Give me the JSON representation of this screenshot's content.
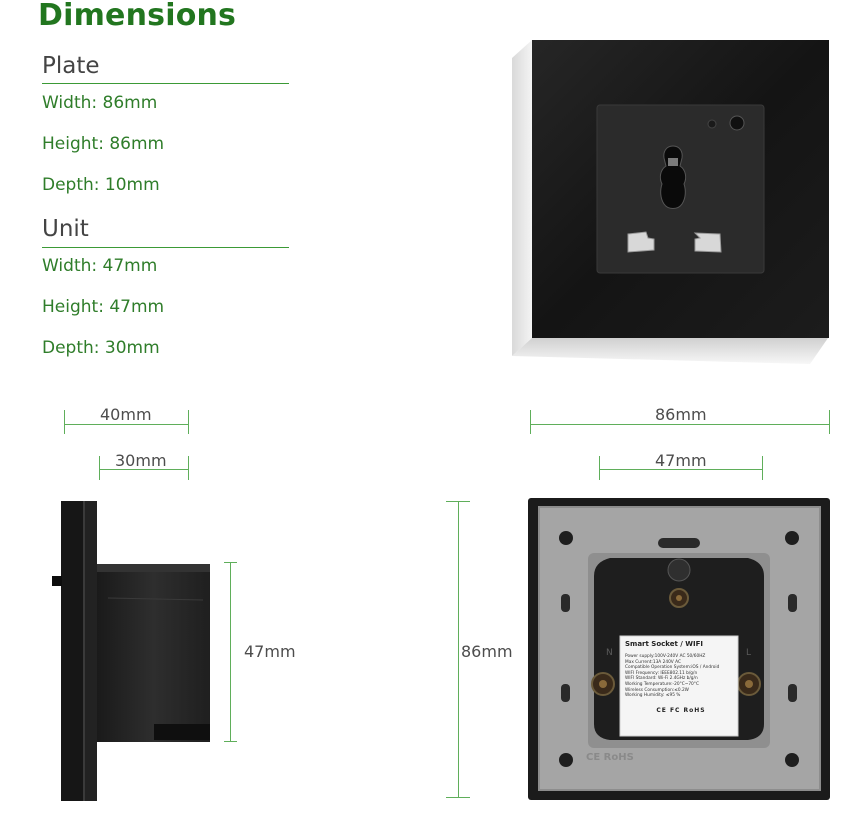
{
  "title": "Dimensions",
  "plate": {
    "heading": "Plate",
    "width": "Width: 86mm",
    "height": "Height: 86mm",
    "depth": "Depth: 10mm"
  },
  "unit": {
    "heading": "Unit",
    "width": "Width: 47mm",
    "height": "Height: 47mm",
    "depth": "Depth: 30mm"
  },
  "side_view": {
    "total_depth": "40mm",
    "unit_depth": "30mm",
    "unit_height": "47mm"
  },
  "back_view": {
    "plate_width": "86mm",
    "unit_width": "47mm",
    "plate_height": "86mm",
    "label": {
      "title": "Smart Socket / WIFI",
      "lines": [
        "Power supply:100V-240V AC  50/60HZ",
        "Max Current:13A  240V AC",
        "Compatible Operation System:iOS / Android",
        "WIFI Frequency: IEEE802.11 b/g/n",
        "WIFI Standard: Wi-Fi 2.4GHz b/g/n",
        "Working Temperature:-20°C~70°C",
        "Wireless Consumption:≤0.2W",
        "Working Humidity: ≤95 %"
      ],
      "marks": "CE FC RoHS"
    },
    "molding": "CE RoHS",
    "terminal_n": "N",
    "terminal_l": "L"
  }
}
